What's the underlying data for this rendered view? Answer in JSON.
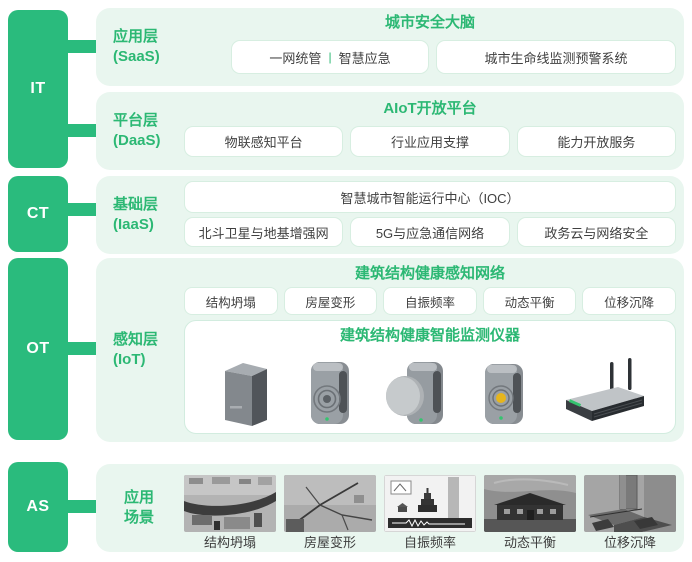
{
  "palette": {
    "accent_green": "#2abb7d",
    "text_green": "#2cb874",
    "row_background": "#e9f6ef",
    "box_border": "#d7eee1",
    "body_text": "#404040",
    "led_yellow": "#e6b51c"
  },
  "sidebar": {
    "blocks": [
      {
        "label": "IT"
      },
      {
        "label": "CT"
      },
      {
        "label": "OT"
      },
      {
        "label": "AS"
      }
    ]
  },
  "rows": {
    "saas": {
      "layer": "应用层",
      "sub": "(SaaS)",
      "title": "城市安全大脑",
      "box1a": "一网统管",
      "box1_divider": "|",
      "box1b": "智慧应急",
      "box2": "城市生命线监测预警系统"
    },
    "daas": {
      "layer": "平台层",
      "sub": "(DaaS)",
      "title": "AIoT开放平台",
      "box1": "物联感知平台",
      "box2": "行业应用支撑",
      "box3": "能力开放服务"
    },
    "iaas": {
      "layer": "基础层",
      "sub": "(IaaS)",
      "wide_box": "智慧城市智能运行中心（IOC）",
      "box1": "北斗卫星与地基增强网",
      "box2": "5G与应急通信网络",
      "box3": "政务云与网络安全"
    },
    "iot": {
      "layer": "感知层",
      "sub": "(IoT)",
      "title": "建筑结构健康感知网络",
      "tags": [
        "结构坍塌",
        "房屋变形",
        "自振频率",
        "动态平衡",
        "位移沉降"
      ],
      "device_box_title": "建筑结构健康智能监测仪器"
    },
    "scenes": {
      "layer_line1": "应用",
      "layer_line2": "场景",
      "captions": [
        "结构坍塌",
        "房屋变形",
        "自振频率",
        "动态平衡",
        "位移沉降"
      ]
    }
  }
}
